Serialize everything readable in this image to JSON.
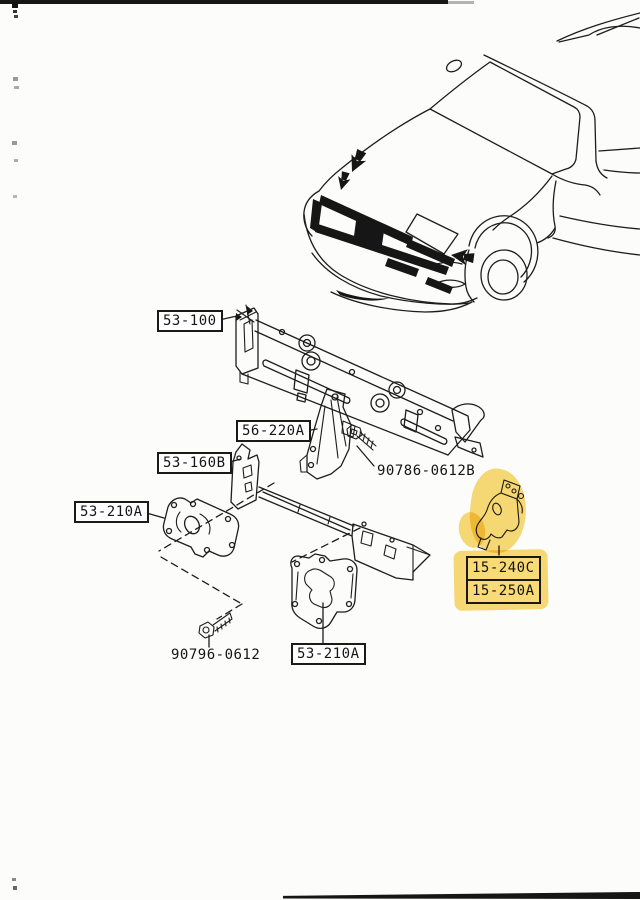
{
  "page": {
    "background": "#fcfcfb",
    "ink": "#1c1c1c",
    "highlight_color": "#f6d45f"
  },
  "parts": {
    "shroud_panel": {
      "label": "53-100"
    },
    "mount_bracket": {
      "label": "56-220A"
    },
    "crossmember": {
      "label": "53-160B"
    },
    "side_bracket_left": {
      "label": "53-210A"
    },
    "side_bracket_bottom": {
      "label": "53-210A"
    },
    "bolt_upper": {
      "label": "90786-0612B"
    },
    "bolt_lower": {
      "label": "90796-0612"
    },
    "highlighted_part": {
      "label_top": "15-240C",
      "label_bottom": "15-250A",
      "highlighted": true
    }
  }
}
